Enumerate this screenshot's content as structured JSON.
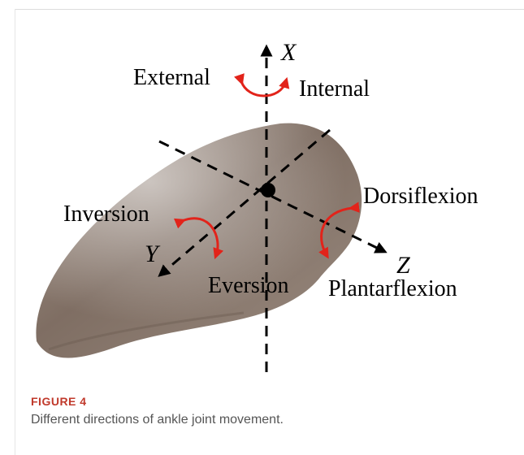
{
  "figure": {
    "axes": {
      "x": "X",
      "y": "Y",
      "z": "Z"
    },
    "movements": {
      "external": "External",
      "internal": "Internal",
      "inversion": "Inversion",
      "eversion": "Eversion",
      "dorsiflexion": "Dorsiflexion",
      "plantarflexion": "Plantarflexion"
    },
    "colors": {
      "arrow": "#e2231a",
      "axis": "#000000",
      "bone": "#8c7a6e"
    }
  },
  "caption": {
    "number": "FIGURE 4",
    "text": "Different directions of ankle joint movement."
  }
}
